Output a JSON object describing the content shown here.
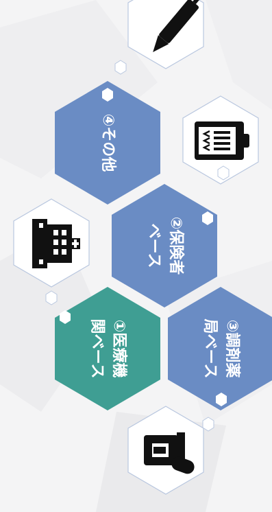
{
  "colors": {
    "background": "#f4f4f5",
    "facet": "#ebebed",
    "hex_blue": "#6a8cc4",
    "hex_teal": "#3f9e93",
    "hex_outline": "#b9c7df",
    "icon": "#111111"
  },
  "hexes": [
    {
      "id": "medical",
      "label_line1": "①医療機",
      "label_line2": "関ベース",
      "color": "teal"
    },
    {
      "id": "insurer",
      "label_line1": "②保険者",
      "label_line2": "ベース",
      "color": "blue"
    },
    {
      "id": "pharmacy",
      "label_line1": "③調剤薬",
      "label_line2": "局ベース",
      "color": "blue"
    },
    {
      "id": "other",
      "label_line1": "④その他",
      "label_line2": "",
      "color": "blue"
    }
  ],
  "icons": [
    {
      "id": "pen",
      "name": "pen-icon"
    },
    {
      "id": "clipboard",
      "name": "clipboard-icon"
    },
    {
      "id": "hospital",
      "name": "hospital-icon"
    },
    {
      "id": "pharmacy",
      "name": "pill-bottle-icon"
    }
  ]
}
